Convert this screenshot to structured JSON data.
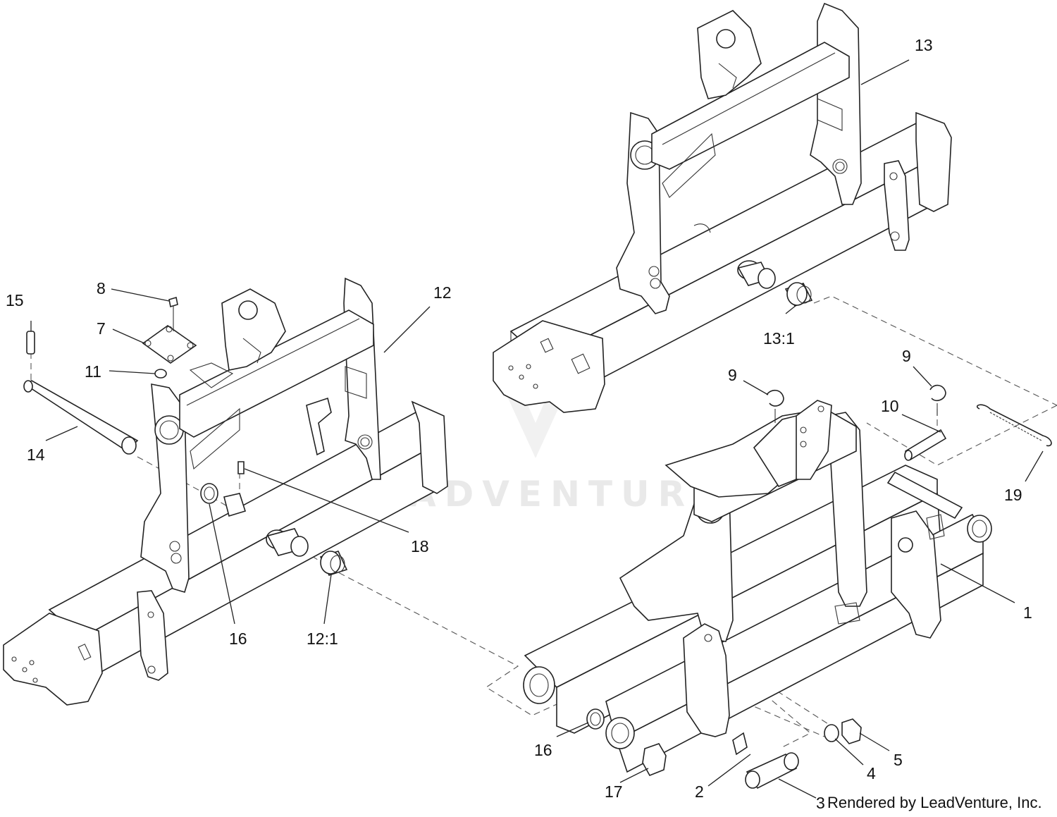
{
  "watermark": "LEADVENTURE",
  "credit": "Rendered by LeadVenture, Inc.",
  "callouts": [
    "13",
    "13:1",
    "12",
    "15",
    "8",
    "7",
    "11",
    "14",
    "18",
    "16",
    "12:1",
    "9",
    "9",
    "10",
    "19",
    "1",
    "16",
    "17",
    "2",
    "3",
    "4",
    "5"
  ]
}
